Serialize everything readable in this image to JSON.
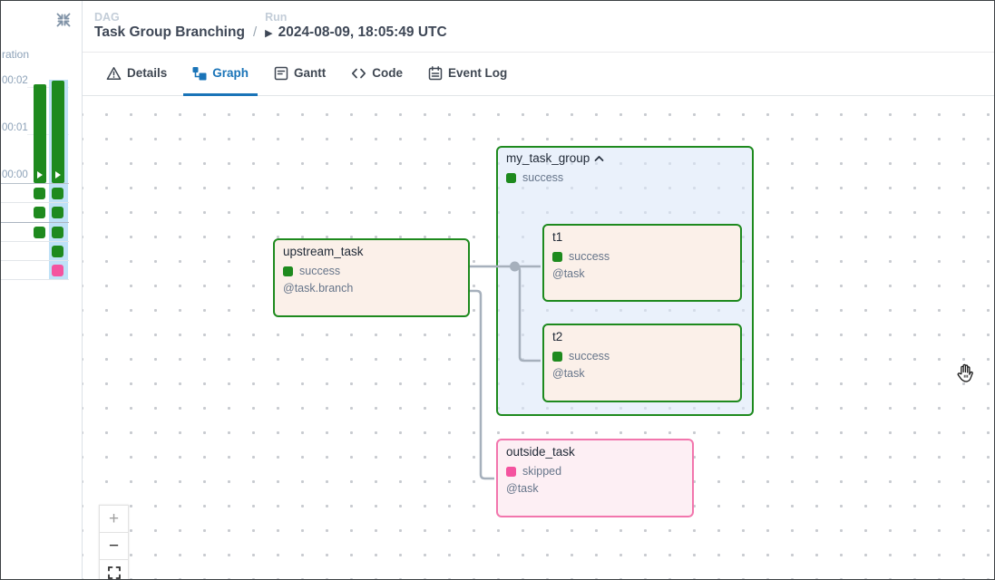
{
  "header": {
    "dag_label": "DAG",
    "dag_name": "Task Group Branching",
    "separator": "/",
    "run_label": "Run",
    "run_icon": "▶",
    "run_id": "2024-08-09, 18:05:49 UTC"
  },
  "tabs": [
    {
      "label": "Details",
      "icon": "warning-triangle-icon",
      "active": false
    },
    {
      "label": "Graph",
      "icon": "graph-icon",
      "active": true
    },
    {
      "label": "Gantt",
      "icon": "gantt-icon",
      "active": false
    },
    {
      "label": "Code",
      "icon": "code-icon",
      "active": false
    },
    {
      "label": "Event Log",
      "icon": "event-log-icon",
      "active": false
    }
  ],
  "sidebar": {
    "duration_label_partial": "ration",
    "time_ticks": [
      "00:02",
      "00:01",
      "00:00"
    ],
    "runs": [
      {
        "status": "success",
        "selected": false
      },
      {
        "status": "success",
        "selected": true
      }
    ],
    "grid_rows": [
      {
        "cells": [
          "success",
          "success"
        ]
      },
      {
        "cells": [
          "success",
          "success"
        ]
      },
      {
        "cells": [
          "success",
          "success"
        ]
      },
      {
        "cells": [
          null,
          "success"
        ]
      },
      {
        "cells": [
          null,
          "skipped"
        ]
      }
    ]
  },
  "graph": {
    "group": {
      "title": "my_task_group",
      "status": "success"
    },
    "nodes": [
      {
        "id": "upstream_task",
        "title": "upstream_task",
        "status": "success",
        "operator": "@task.branch"
      },
      {
        "id": "t1",
        "title": "t1",
        "status": "success",
        "operator": "@task"
      },
      {
        "id": "t2",
        "title": "t2",
        "status": "success",
        "operator": "@task"
      },
      {
        "id": "outside_task",
        "title": "outside_task",
        "status": "skipped",
        "operator": "@task"
      }
    ]
  },
  "controls": {
    "zoom_in": "+",
    "zoom_out": "−"
  },
  "colors": {
    "success": "#1e8a1e",
    "skipped": "#f4539f",
    "skipped_border": "#f276ad",
    "accent_blue": "#1a74b8",
    "selected_run_bg": "#bfe1f7",
    "edge": "#a6b0bc"
  }
}
